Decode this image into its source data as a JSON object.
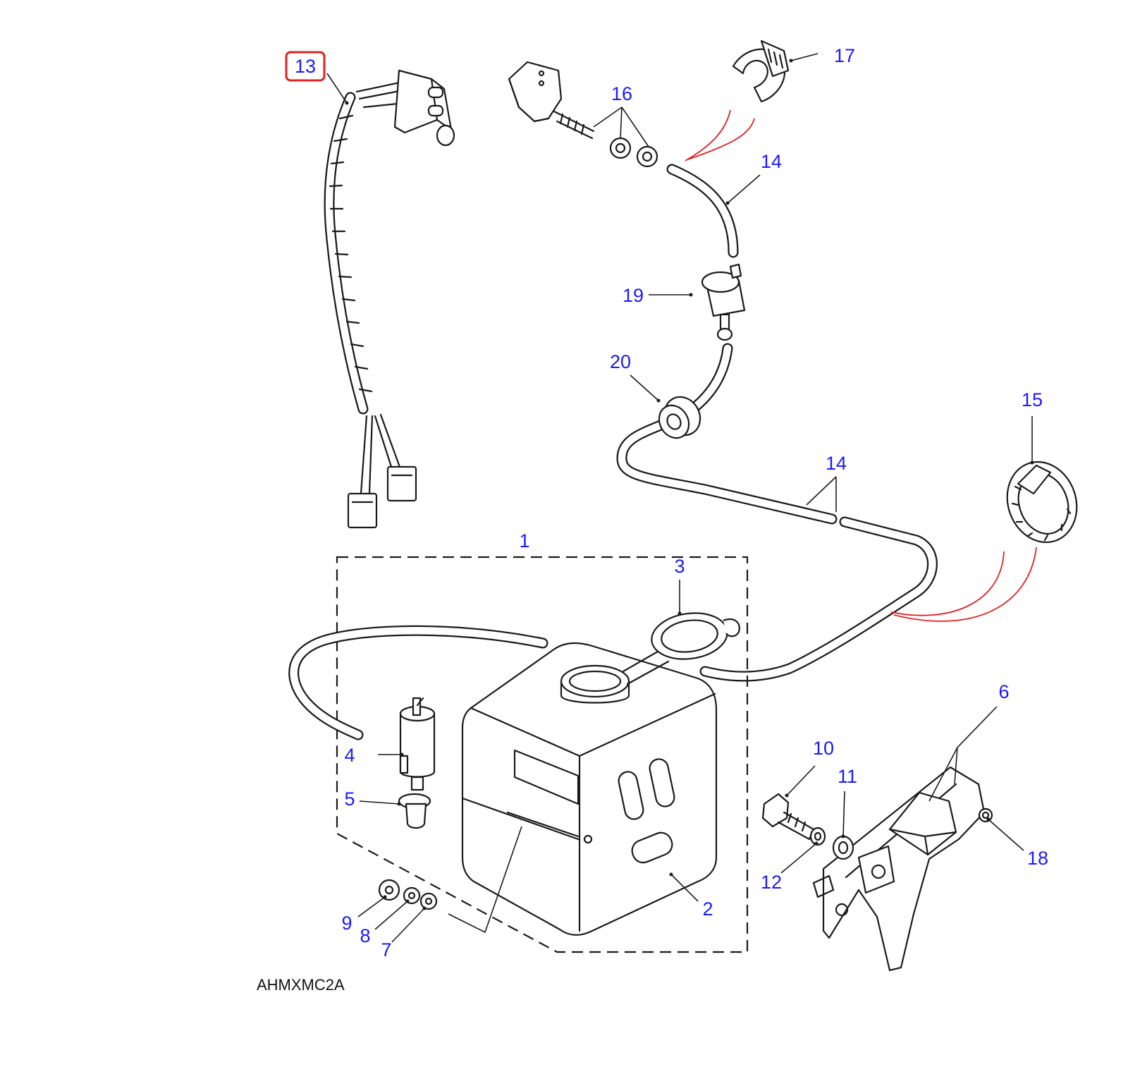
{
  "colors": {
    "callout_text": "#1a1aff",
    "highlight": "#e02020",
    "line_art": "#1a1a1a"
  },
  "diagram": {
    "reference_code": "AHMXMC2A",
    "selected_callout": "13",
    "callouts": {
      "c1": "1",
      "c2": "2",
      "c3": "3",
      "c4": "4",
      "c5": "5",
      "c6": "6",
      "c7": "7",
      "c8": "8",
      "c9": "9",
      "c10": "10",
      "c11": "11",
      "c12": "12",
      "c13": "13",
      "c14a": "14",
      "c14b": "14",
      "c15": "15",
      "c16": "16",
      "c17": "17",
      "c18": "18",
      "c19": "19",
      "c20": "20"
    }
  }
}
